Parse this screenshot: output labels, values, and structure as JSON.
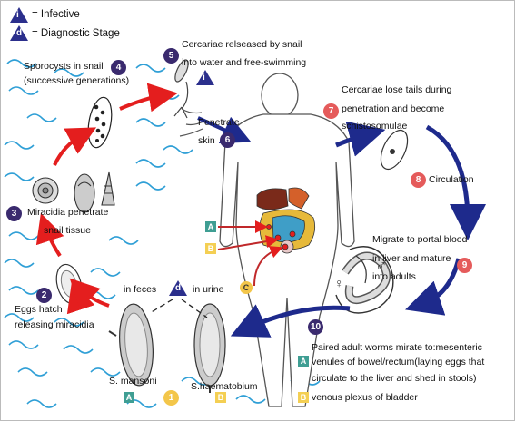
{
  "legend": {
    "infective_symbol": "i",
    "infective": "= Infective",
    "diagnostic_symbol": "d",
    "diagnostic": "= Diagnostic Stage"
  },
  "steps": {
    "s1": "1",
    "s2": "2",
    "s3": "3",
    "s4": "4",
    "s5": "5",
    "s6": "6",
    "s7": "7",
    "s8": "8",
    "s9": "9",
    "s10": "10"
  },
  "labels": {
    "sporocysts_1": "Sporocysts in snail",
    "sporocysts_2": "(successive generations)",
    "cercariae_release_1": "Cercariae relseased by snail",
    "cercariae_release_2": "into water and free-swimming",
    "penetrate_1": "Penetrate",
    "penetrate_2": "skin",
    "lose_tails_1": "Cercariae lose tails during",
    "lose_tails_2": "penetration and become",
    "lose_tails_3": "schistosomulae",
    "circulation": "Circulation",
    "migrate_1": "Migrate to portal blood",
    "migrate_2": "in liver and mature",
    "migrate_3": "into adults",
    "miracidia_1": "Miracidia penetrate",
    "miracidia_2": "snail tissue",
    "eggs_1": "Eggs hatch",
    "eggs_2": "releasing miracidia",
    "in_feces": "in feces",
    "in_urine": "in urine",
    "s_mansoni": "S. mansoni",
    "s_haematobium": "S.haematobium",
    "paired_1": "Paired adult worms mirate to:mesenteric",
    "paired_2": "venules of bowel/rectum(laying eggs that",
    "paired_3": "circulate to the liver and shed in stools)",
    "paired_4": "venous plexus of bladder"
  },
  "markers": {
    "a": "A",
    "b": "B",
    "c": "C",
    "female": "♀",
    "male": "♂"
  },
  "colors": {
    "purple": "#3a2a6e",
    "red_step": "#e55b5b",
    "teal": "#3f9e93",
    "gold": "#f4cf53",
    "navy_arrow": "#1e2a8c",
    "red_arrow": "#e41e1e"
  }
}
